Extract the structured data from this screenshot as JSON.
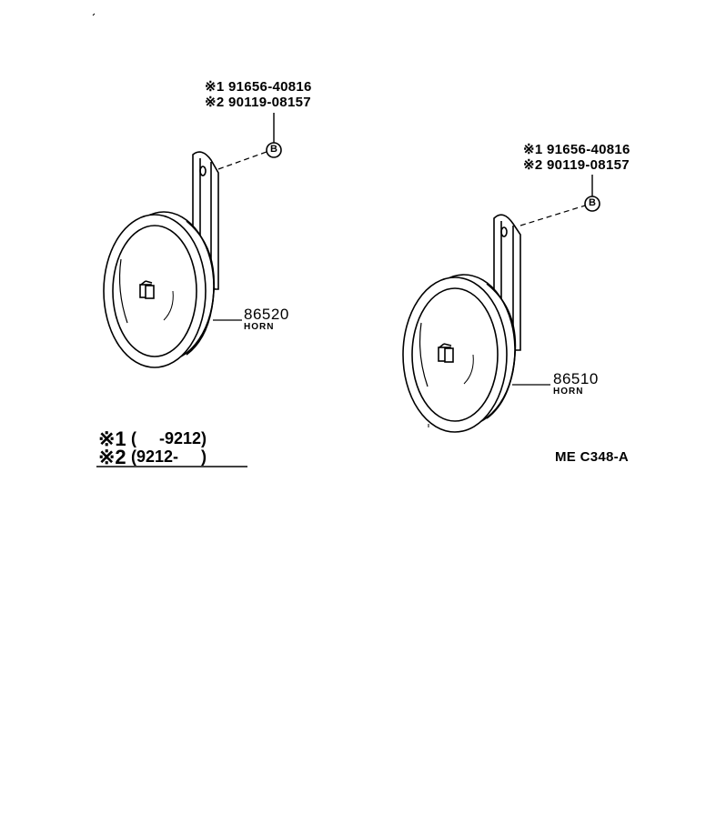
{
  "left_assembly": {
    "note1_code": "※1 91656-40816",
    "note2_code": "※2 90119-08157",
    "bolt_marker": "B",
    "part_number": "86520",
    "part_name": "HORN"
  },
  "right_assembly": {
    "note1_code": "※1 91656-40816",
    "note2_code": "※2 90119-08157",
    "bolt_marker": "B",
    "part_number": "86510",
    "part_name": "HORN"
  },
  "legend": {
    "mark1": "※1",
    "range1": "(     -9212)",
    "mark2": "※2",
    "range2": "(9212-     )"
  },
  "reference_code": "ME C348-A"
}
